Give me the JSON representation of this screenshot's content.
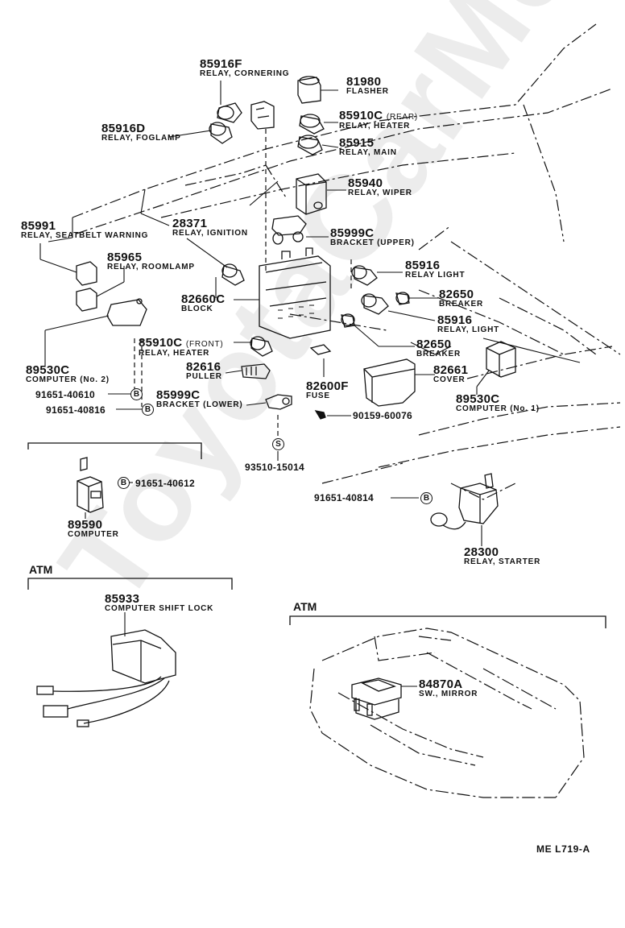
{
  "watermark": "ToyotaCarMe.ru",
  "diagram_code": "ME  L719-A",
  "parts": {
    "p85916F": {
      "number": "85916F",
      "name": "RELAY, CORNERING"
    },
    "p81980": {
      "number": "81980",
      "name": "FLASHER"
    },
    "p85916D": {
      "number": "85916D",
      "name": "RELAY, FOGLAMP"
    },
    "p85910C_rear": {
      "number": "85910C",
      "qualifier": "(REAR)",
      "name": "RELAY, HEATER"
    },
    "p85915": {
      "number": "85915",
      "name": "RELAY, MAIN"
    },
    "p85940": {
      "number": "85940",
      "name": "RELAY, WIPER"
    },
    "p85991": {
      "number": "85991",
      "name": "RELAY, SEATBELT WARNING"
    },
    "p28371": {
      "number": "28371",
      "name": "RELAY, IGNITION"
    },
    "p85999C_upper": {
      "number": "85999C",
      "name": "BRACKET (UPPER)"
    },
    "p85965": {
      "number": "85965",
      "name": "RELAY, ROOMLAMP"
    },
    "p85916_a": {
      "number": "85916",
      "name": "RELAY LIGHT"
    },
    "p82660C": {
      "number": "82660C",
      "name": "BLOCK"
    },
    "p82650_a": {
      "number": "82650",
      "name": "BREAKER"
    },
    "p85916_b": {
      "number": "85916",
      "name": "RELAY, LIGHT"
    },
    "p85910C_front": {
      "number": "85910C",
      "qualifier": "(FRONT)",
      "name": "RELAY, HEATER"
    },
    "p82650_b": {
      "number": "82650",
      "name": "BREAKER"
    },
    "p89530C_2": {
      "number": "89530C",
      "name": "COMPUTER (No. 2)"
    },
    "p82616": {
      "number": "82616",
      "name": "PULLER"
    },
    "p82661": {
      "number": "82661",
      "name": "COVER"
    },
    "p82600F": {
      "number": "82600F",
      "name": "FUSE"
    },
    "p89530C_1": {
      "number": "89530C",
      "name": "COMPUTER (No. 1)"
    },
    "p85999C_lower": {
      "number": "85999C",
      "name": "BRACKET (LOWER)"
    },
    "p89590": {
      "number": "89590",
      "name": "COMPUTER"
    },
    "p28300": {
      "number": "28300",
      "name": "RELAY, STARTER"
    },
    "p85933": {
      "number": "85933",
      "name": "COMPUTER SHIFT LOCK"
    },
    "p84870A": {
      "number": "84870A",
      "name": "SW., MIRROR"
    }
  },
  "fasteners": {
    "f91651_40610": {
      "number": "91651-40610",
      "symbol": "B"
    },
    "f91651_40816": {
      "number": "91651-40816",
      "symbol": "B"
    },
    "f90159_60076": {
      "number": "90159-60076"
    },
    "f93510_15014": {
      "number": "93510-15014",
      "symbol": "S"
    },
    "f91651_40612": {
      "number": "91651-40612",
      "symbol": "B"
    },
    "f91651_40814": {
      "number": "91651-40814",
      "symbol": "B"
    }
  },
  "sections": {
    "atm_left": {
      "label": "ATM"
    },
    "atm_right": {
      "label": "ATM"
    }
  }
}
